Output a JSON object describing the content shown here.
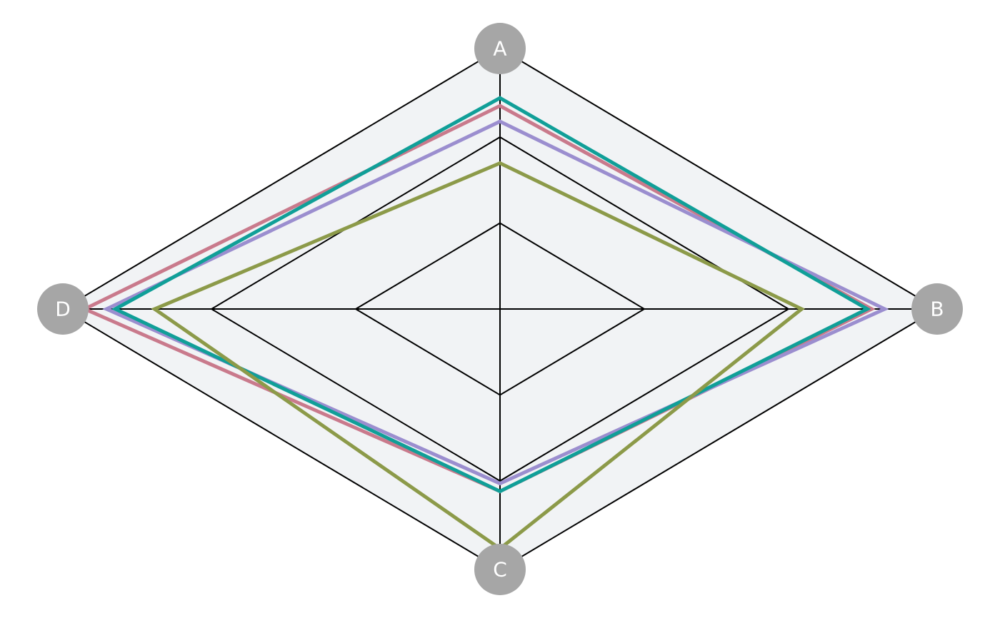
{
  "chart_data": {
    "type": "radar",
    "axes": [
      "A",
      "B",
      "C",
      "D"
    ],
    "range": [
      0,
      1
    ],
    "grid_levels": [
      0.33,
      0.66,
      1.0
    ],
    "grid": true,
    "legend": false,
    "colors": {
      "background": "#f1f3f5",
      "grid": "#000000",
      "label_circle": "#a6a6a6",
      "label_text": "#ffffff"
    },
    "series": [
      {
        "values": [
          0.78,
          0.85,
          0.7,
          0.95
        ],
        "color": "#c97a8c"
      },
      {
        "values": [
          0.72,
          0.88,
          0.67,
          0.9
        ],
        "color": "#9b8ecf"
      },
      {
        "values": [
          0.81,
          0.84,
          0.7,
          0.88
        ],
        "color": "#109f98"
      },
      {
        "values": [
          0.56,
          0.69,
          0.92,
          0.79
        ],
        "color": "#8c9a49"
      }
    ]
  }
}
